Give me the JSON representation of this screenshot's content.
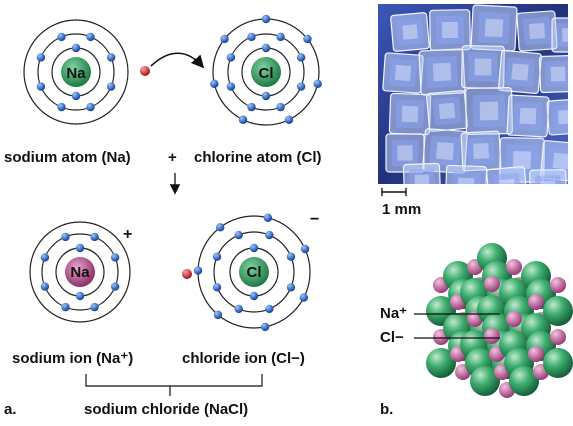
{
  "panel_a": {
    "letter": "a.",
    "sodium_atom": {
      "symbol": "Na",
      "caption": "sodium atom (Na)"
    },
    "plus_sign": "+",
    "chlorine_atom": {
      "symbol": "Cl",
      "caption": "chlorine atom (Cl)"
    },
    "sodium_ion": {
      "symbol": "Na",
      "caption": "sodium ion (Na⁺)",
      "charge": "+"
    },
    "chloride_ion": {
      "symbol": "Cl",
      "caption": "chloride ion (Cl−)",
      "charge": "−"
    },
    "compound_caption": "sodium chloride (NaCl)"
  },
  "panel_b": {
    "letter": "b.",
    "scale_bar_label": "1 mm",
    "lattice_na_label": "Na⁺",
    "lattice_cl_label": "Cl−"
  },
  "colors": {
    "electron": "#1f5fc4",
    "transferred_electron": "#d3202a",
    "sodium_nucleus": "#2e8b57",
    "sodium_ion_nucleus": "#b0457f",
    "chlorine_nucleus": "#2e8b57",
    "lattice_cl": "#2f9a5f",
    "lattice_na": "#c05b9d",
    "crystal_bg": "#2a3a8a"
  }
}
